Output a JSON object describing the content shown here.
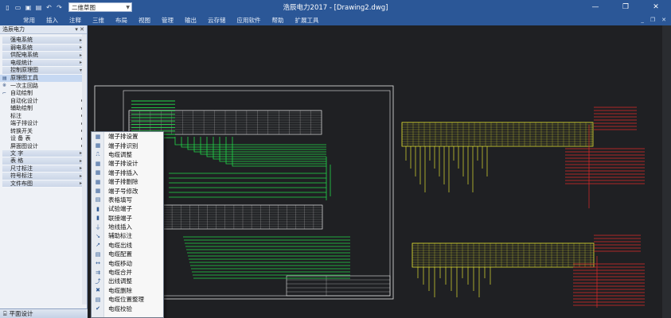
{
  "app": {
    "title": "浩辰电力2017 - [Drawing2.dwg]",
    "workspace": "二维草图"
  },
  "quick_access_icons": [
    "new-icon",
    "open-icon",
    "save-icon",
    "print-icon",
    "undo-icon",
    "redo-icon"
  ],
  "menu": [
    "常用",
    "插入",
    "注释",
    "三维",
    "布局",
    "视图",
    "管理",
    "输出",
    "云存储",
    "应用软件",
    "帮助",
    "扩展工具"
  ],
  "panel": {
    "title": "浩辰电力",
    "groups_top": [
      {
        "label": "强电系统"
      },
      {
        "label": "弱电系统"
      },
      {
        "label": "供配电系统"
      },
      {
        "label": "电缆统计"
      },
      {
        "label": "控制原理图"
      }
    ],
    "tool_header": "原理图工具",
    "plain_items": [
      "一次主回路",
      "自动绘制"
    ],
    "sub_groups": [
      {
        "label": "自动化设计"
      },
      {
        "label": "辅助绘制"
      },
      {
        "label": "标注"
      },
      {
        "label": "端子排设计"
      },
      {
        "label": "转换开关"
      },
      {
        "label": "设 备 表"
      },
      {
        "label": "屏面图设计"
      }
    ],
    "groups_bottom": [
      {
        "label": "文      字"
      },
      {
        "label": "表      格"
      },
      {
        "label": "尺寸标注"
      },
      {
        "label": "符号标注"
      },
      {
        "label": "文件布图"
      }
    ],
    "bottom_tab": "平面设计"
  },
  "flyout": [
    "端子排设置",
    "端子排识别",
    "电缆调整",
    "端子排设计",
    "端子排插入",
    "端子排删除",
    "端子号修改",
    "表格填写",
    "试验端子",
    "联接端子",
    "地线插入",
    "辅助标注",
    "电缆出线",
    "电缆配置",
    "电缆移动",
    "电缆合并",
    "出线调整",
    "电缆删除",
    "电缆位置整理",
    "电缆校验"
  ],
  "colors": {
    "titlebar": "#2b5797",
    "canvas": "#1f2023",
    "cad_green": "#22d84a",
    "cad_yellow": "#e0e032",
    "cad_red": "#e02a2a",
    "cad_white": "#e6e6e6"
  }
}
